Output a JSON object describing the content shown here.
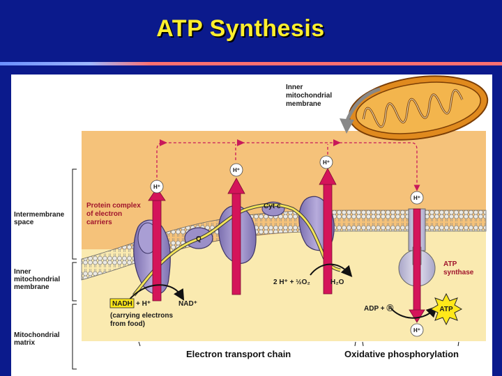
{
  "title": "ATP Synthesis",
  "labels": {
    "inner_membrane_top": [
      "Inner",
      "mitochondrial",
      "membrane"
    ],
    "intermembrane_space": [
      "Intermembrane",
      "space"
    ],
    "inner_membrane_left": [
      "Inner",
      "mitochondrial",
      "membrane"
    ],
    "mitochondrial_matrix": [
      "Mitochondrial",
      "matrix"
    ],
    "protein_complex": [
      "Protein complex",
      "of electron",
      "carriers"
    ],
    "q": "Q",
    "cyt_c": "Cyt c",
    "atp_synthase": [
      "ATP",
      "synthase"
    ],
    "water_reaction": "2 H⁺ + ½O₂",
    "water": "H₂O",
    "nadh": "NADH",
    "plus_h": "+ H⁺",
    "nad": "NAD⁺",
    "carrying": [
      "(carrying electrons",
      "from food)"
    ],
    "adp": "ADP + Ⓟ",
    "atp": "ATP",
    "etc": "Electron transport chain",
    "oxphos": "Oxidative phosphorylation"
  },
  "ions": {
    "h1": "H⁺",
    "h2": "H⁺",
    "h3": "H⁺",
    "h4": "H⁺",
    "h5": "H⁺"
  },
  "colors": {
    "background": "#0b1a8c",
    "title": "#ffef2e",
    "intermembrane": "#f5c27a",
    "matrix": "#faeab0",
    "protein": "#9b8fc8",
    "proton_arrow": "#d4145a",
    "electron_path": "#f3e35a",
    "mito_outer": "#e08a1e"
  }
}
